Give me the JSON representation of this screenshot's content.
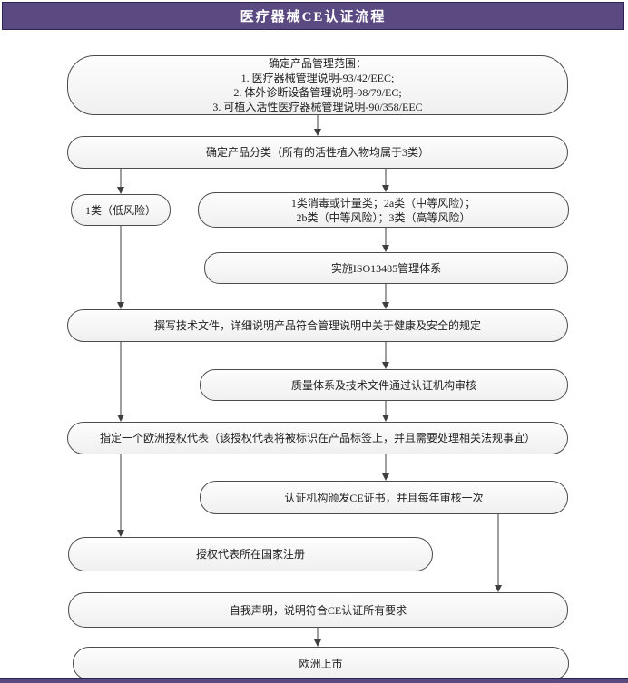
{
  "header": {
    "title": "医疗器械CE认证流程"
  },
  "colors": {
    "accent_purple": "#5b4a82",
    "bar_border": "#2b2350",
    "box_border": "#4c4c4c",
    "box_fill_top": "#fdfdfd",
    "box_fill_bottom": "#f0f0f0",
    "arrow": "#3f3f3f"
  },
  "flow": {
    "scope": {
      "line1": "确定产品管理范围：",
      "line2": "1. 医疗器械管理说明-93/42/EEC;",
      "line3": "2. 体外诊断设备管理说明-98/79/EC;",
      "line4": "3. 可植入活性医疗器械管理说明-90/358/EEC"
    },
    "classify": {
      "text": "确定产品分类（所有的活性植入物均属于3类）"
    },
    "class_low": {
      "text": "1类（低风险）"
    },
    "class_other": {
      "line1": "1类消毒或计量类；2a类（中等风险）；",
      "line2": "2b类（中等风险）；3类（高等风险）"
    },
    "iso": {
      "text": "实施ISO13485管理体系"
    },
    "tech_file": {
      "text": "撰写技术文件，详细说明产品符合管理说明中关于健康及安全的规定"
    },
    "audit": {
      "text": "质量体系及技术文件通过认证机构审核"
    },
    "eu_rep": {
      "text": "指定一个欧洲授权代表（该授权代表将被标识在产品标签上，并且需要处理相关法规事宜）"
    },
    "ce_cert": {
      "text": "认证机构颁发CE证书，并且每年审核一次"
    },
    "registration": {
      "text": "授权代表所在国家注册"
    },
    "declaration": {
      "text": "自我声明，说明符合CE认证所有要求"
    },
    "market": {
      "text": "欧洲上市"
    }
  }
}
